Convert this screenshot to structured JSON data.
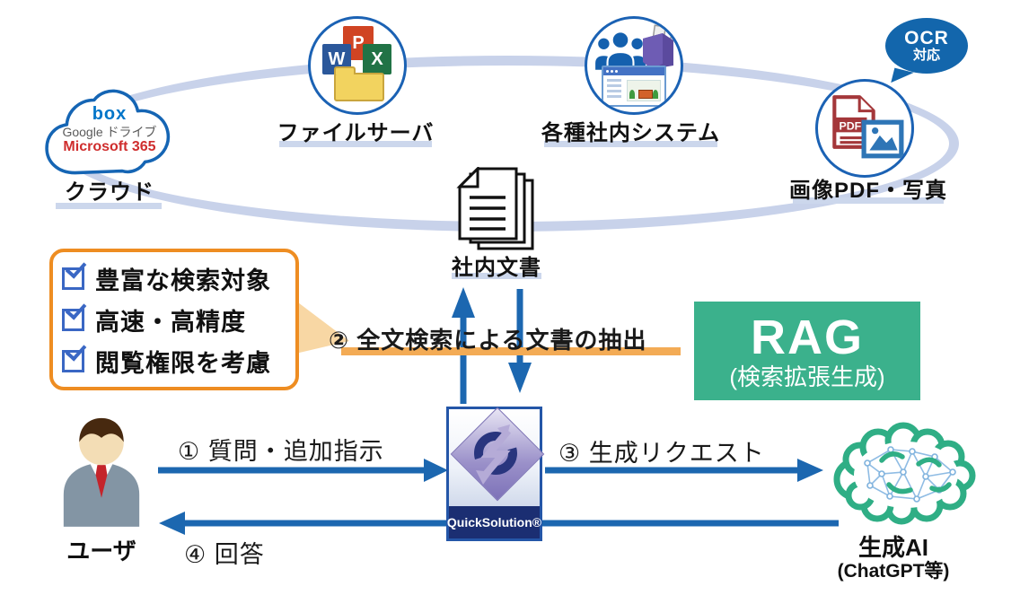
{
  "diagram": {
    "cloud": {
      "label": "クラウド",
      "services": [
        "box",
        "Google ドライブ",
        "Microsoft 365"
      ]
    },
    "file_server": {
      "label": "ファイルサーバ",
      "apps": [
        "P",
        "W",
        "X"
      ]
    },
    "internal_systems": {
      "label": "各種社内システム"
    },
    "image_pdf": {
      "label": "画像PDF・写真",
      "pdf_text": "PDF",
      "ocr_badge": {
        "line1": "OCR",
        "line2": "対応"
      }
    },
    "documents": {
      "label": "社内文書"
    },
    "features": {
      "items": [
        "豊富な検索対象",
        "高速・高精度",
        "閲覧権限を考慮"
      ]
    },
    "steps": {
      "step1": "① 質問・追加指示",
      "step2": "② 全文検索による文書の抽出",
      "step3": "③ 生成リクエスト",
      "step4": "④ 回答"
    },
    "rag": {
      "title": "RAG",
      "subtitle": "(検索拡張生成)"
    },
    "quicksolution": {
      "label": "QuickSolution®"
    },
    "user": {
      "label": "ユーザ"
    },
    "gen_ai": {
      "label": "生成AI",
      "sublabel": "(ChatGPT等)"
    },
    "colors": {
      "arrow_blue": "#1c67b0",
      "ring_blue": "#c8d2ea",
      "checklist_orange": "#ee8d22",
      "highlight_orange": "#f3ab55",
      "rag_green": "#3bb18c",
      "brain_green": "#2fae85",
      "navy_band": "#1b2e72",
      "node_border": "#1b62b4"
    }
  }
}
